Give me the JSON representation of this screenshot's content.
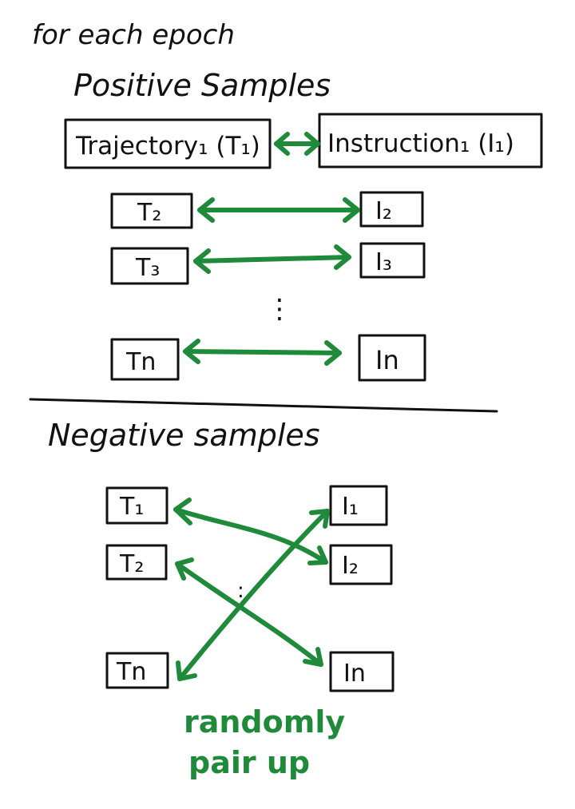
{
  "header": {
    "title": "for each epoch"
  },
  "positive": {
    "heading": "Positive Samples",
    "pairs": [
      {
        "trajectory": "Trajectory₁ (T₁)",
        "instruction": "Instruction₁ (I₁)"
      },
      {
        "trajectory": "T₂",
        "instruction": "I₂"
      },
      {
        "trajectory": "T₃",
        "instruction": "I₃"
      },
      {
        "trajectory": "Tn",
        "instruction": "In"
      }
    ],
    "ellipsis": "⋮"
  },
  "negative": {
    "heading": "Negative samples",
    "trajectories": [
      "T₁",
      "T₂",
      "Tn"
    ],
    "instructions": [
      "I₁",
      "I₂",
      "In"
    ],
    "ellipsis": ":",
    "note_line1": "randomly",
    "note_line2": "pair up"
  },
  "colors": {
    "arrow": "#1e8a3a",
    "ink": "#111111"
  }
}
